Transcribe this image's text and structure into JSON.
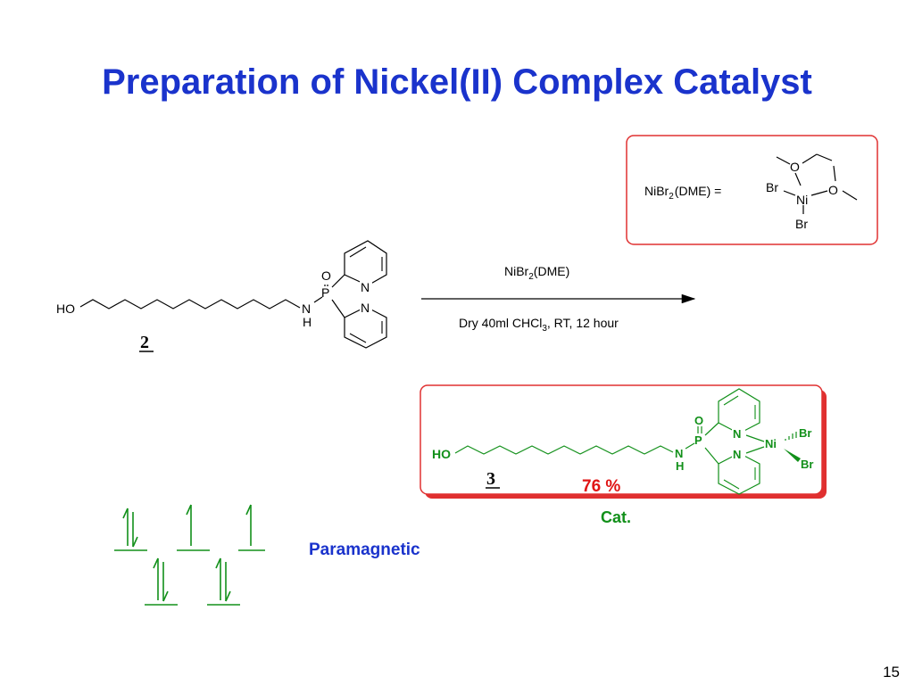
{
  "slide": {
    "title": "Preparation of Nickel(II) Complex Catalyst",
    "page_number": "15"
  },
  "dme_box": {
    "label_main": "NiBr",
    "label_sub": "2",
    "label_tail": "(DME) =",
    "atoms": {
      "o": "O",
      "ni": "Ni",
      "br": "Br"
    },
    "border_color": "#e03030"
  },
  "reaction": {
    "reagent_main": "NiBr",
    "reagent_sub": "2",
    "reagent_tail": "(DME)",
    "conditions_main": "Dry 40ml CHCl",
    "conditions_sub": "3",
    "conditions_tail": ", RT, 12 hour"
  },
  "compound_2": {
    "label": "2",
    "atoms": {
      "ho": "HO",
      "n": "N",
      "h": "H",
      "p": "P",
      "o": "O",
      "pyr_n": "N"
    }
  },
  "compound_3": {
    "label": "3",
    "yield": "76 %",
    "cat_label": "Cat.",
    "atoms": {
      "ho": "HO",
      "n": "N",
      "h": "H",
      "p": "P",
      "o": "O",
      "pyr_n": "N",
      "ni": "Ni",
      "br": "Br"
    },
    "color": "#12901a",
    "box_border": "#e03030",
    "yield_color": "#e01515"
  },
  "electron_diagram": {
    "label": "Paramagnetic",
    "label_color": "#1a33cc",
    "line_color": "#12901a"
  }
}
